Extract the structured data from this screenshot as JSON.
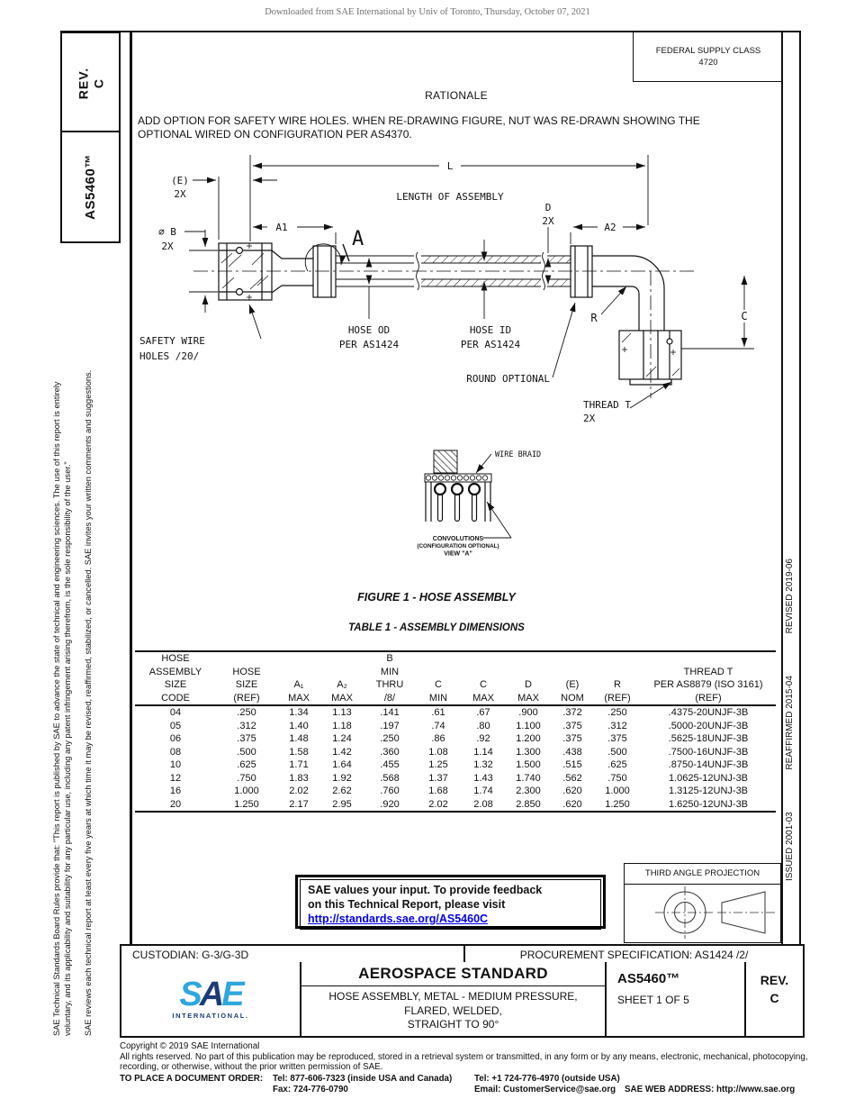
{
  "page": {
    "watermark": "Downloaded from SAE International by Univ of Toronto, Thursday, October 07, 2021"
  },
  "left_sidebar": {
    "rev_label": "REV.",
    "rev_value": "C",
    "doc_number": "AS5460™",
    "disclaimer_line1": "SAE Technical Standards Board Rules provide that: \"This report is published by SAE to advance the state of technical and engineering sciences. The use of this report is entirely",
    "disclaimer_line2": "voluntary, and its applicability and suitability for any particular use, including any patent infringement arising therefrom, is the sole responsibility of the user.\"",
    "disclaimer_line3": "SAE reviews each technical report at least every five years at which time it may be revised, reaffirmed, stabilized, or cancelled. SAE invites your written comments and suggestions."
  },
  "right_sidebar": {
    "issued": "ISSUED 2001-03",
    "reaffirmed": "REAFFIRMED 2015-04",
    "revised": "REVISED 2019-06"
  },
  "header": {
    "federal_supply_class_label": "FEDERAL SUPPLY CLASS",
    "federal_supply_class_value": "4720",
    "rationale_title": "RATIONALE",
    "rationale_line1": "ADD OPTION FOR SAFETY WIRE HOLES. WHEN RE-DRAWING FIGURE, NUT WAS RE-DRAWN SHOWING THE",
    "rationale_line2": "OPTIONAL WIRED ON CONFIGURATION PER AS4370."
  },
  "figure": {
    "caption": "FIGURE 1 - HOSE ASSEMBLY",
    "l": "L",
    "length_of_assembly": "LENGTH OF ASSEMBLY",
    "e": "(E)",
    "e_2x": "2X",
    "a1": "A1",
    "dia_b": "∅ B",
    "b_2x": "2X",
    "view_a": "A",
    "d": "D",
    "d_2x": "2X",
    "a2": "A2",
    "c": "C",
    "r": "R",
    "safety_wire": [
      "SAFETY WIRE",
      "HOLES /20/"
    ],
    "hose_od": [
      "HOSE OD",
      "PER AS1424"
    ],
    "hose_id": [
      "HOSE ID",
      "PER AS1424"
    ],
    "round_optional": "ROUND OPTIONAL",
    "thread_t": [
      "THREAD T",
      "2X"
    ],
    "wire_braid": "WIRE BRAID",
    "convolutions": [
      "CONVOLUTIONS",
      "(CONFIGURATION OPTIONAL)",
      "VIEW \"A\""
    ]
  },
  "table": {
    "caption": "TABLE 1 - ASSEMBLY DIMENSIONS",
    "columns": [
      {
        "w": 90,
        "lines": [
          "HOSE",
          "ASSEMBLY",
          "SIZE",
          "CODE"
        ]
      },
      {
        "w": 68,
        "lines": [
          "HOSE",
          "SIZE",
          "(REF)"
        ]
      },
      {
        "w": 48,
        "lines": [
          "A₁",
          "MAX"
        ]
      },
      {
        "w": 48,
        "lines": [
          "A₂",
          "MAX"
        ]
      },
      {
        "w": 58,
        "lines": [
          "B",
          "MIN",
          "THRU",
          "/8/"
        ]
      },
      {
        "w": 50,
        "lines": [
          "C",
          "MIN"
        ]
      },
      {
        "w": 50,
        "lines": [
          "C",
          "MAX"
        ]
      },
      {
        "w": 50,
        "lines": [
          "D",
          "MAX"
        ]
      },
      {
        "w": 48,
        "lines": [
          "(E)",
          "NOM"
        ]
      },
      {
        "w": 52,
        "lines": [
          "R",
          "(REF)"
        ]
      },
      {
        "w": 150,
        "lines": [
          "THREAD T",
          "PER AS8879 (ISO 3161)",
          "(REF)"
        ]
      }
    ],
    "rows": [
      [
        "04",
        ".250",
        "1.34",
        "1.13",
        ".141",
        ".61",
        ".67",
        ".900",
        ".372",
        ".250",
        ".4375-20UNJF-3B"
      ],
      [
        "05",
        ".312",
        "1.40",
        "1.18",
        ".197",
        ".74",
        ".80",
        "1.100",
        ".375",
        ".312",
        ".5000-20UNJF-3B"
      ],
      [
        "06",
        ".375",
        "1.48",
        "1.24",
        ".250",
        ".86",
        ".92",
        "1.200",
        ".375",
        ".375",
        ".5625-18UNJF-3B"
      ],
      [
        "08",
        ".500",
        "1.58",
        "1.42",
        ".360",
        "1.08",
        "1.14",
        "1.300",
        ".438",
        ".500",
        ".7500-16UNJF-3B"
      ],
      [
        "10",
        ".625",
        "1.71",
        "1.64",
        ".455",
        "1.25",
        "1.32",
        "1.500",
        ".515",
        ".625",
        ".8750-14UNJF-3B"
      ],
      [
        "12",
        ".750",
        "1.83",
        "1.92",
        ".568",
        "1.37",
        "1.43",
        "1.740",
        ".562",
        ".750",
        "1.0625-12UNJ-3B"
      ],
      [
        "16",
        "1.000",
        "2.02",
        "2.62",
        ".760",
        "1.68",
        "1.74",
        "2.300",
        ".620",
        "1.000",
        "1.3125-12UNJ-3B"
      ],
      [
        "20",
        "1.250",
        "2.17",
        "2.95",
        ".920",
        "2.02",
        "2.08",
        "2.850",
        ".620",
        "1.250",
        "1.6250-12UNJ-3B"
      ]
    ]
  },
  "feedback_box": {
    "line1": "SAE values your input. To provide feedback",
    "line2": "on this Technical Report, please visit",
    "link": "http://standards.sae.org/AS5460C"
  },
  "projection_box": {
    "title": "THIRD ANGLE PROJECTION"
  },
  "title_block": {
    "custodian": "CUSTODIAN: G-3/G-3D",
    "procurement": "PROCUREMENT SPECIFICATION: AS1424 /2/",
    "logo_s": "S",
    "logo_a": "A",
    "logo_e": "E",
    "logo_sub": "INTERNATIONAL.",
    "standard_type": "AEROSPACE STANDARD",
    "title_line1": "HOSE ASSEMBLY, METAL - MEDIUM PRESSURE,",
    "title_line2": "FLARED, WELDED,",
    "title_line3": "STRAIGHT TO 90°",
    "doc_number": "AS5460™",
    "sheet": "SHEET 1 OF 5",
    "rev_label": "REV.",
    "rev_value": "C"
  },
  "footer": {
    "copyright1": "Copyright © 2019 SAE International",
    "copyright2": "All rights reserved. No part of this publication may be reproduced, stored in a retrieval system or transmitted, in any form or by any means, electronic, mechanical, photocopying,",
    "copyright3": "recording, or otherwise, without the prior written permission of SAE.",
    "order_label": "TO PLACE A DOCUMENT ORDER:",
    "tel_inside": "Tel: 877-606-7323 (inside USA and Canada)",
    "tel_outside": "Tel: +1 724-776-4970 (outside USA)",
    "fax": "Fax: 724-776-0790",
    "email": "Email: CustomerService@sae.org",
    "web": "SAE WEB ADDRESS: http://www.sae.org"
  },
  "colors": {
    "link_blue": "#0000EE",
    "logo_light_blue": "#2EA7DC",
    "logo_dark_blue": "#1C3C78",
    "line_black": "#111111"
  }
}
